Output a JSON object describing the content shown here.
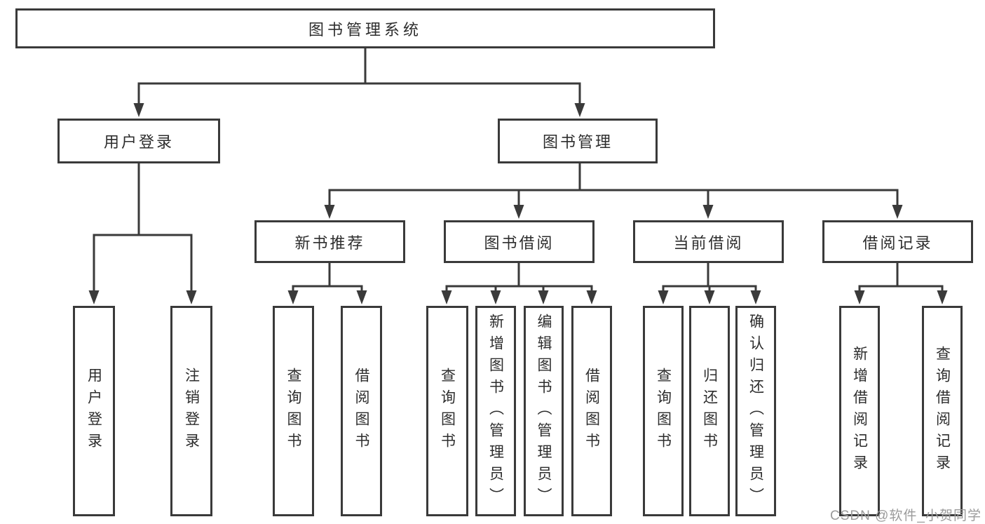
{
  "diagram": {
    "root": {
      "label": "图书管理系统"
    },
    "branches": {
      "user_login": {
        "label": "用户登录"
      },
      "book_management": {
        "label": "图书管理"
      },
      "new_book_recommend": {
        "label": "新书推荐"
      },
      "book_borrowing": {
        "label": "图书借阅"
      },
      "current_borrowing": {
        "label": "当前借阅"
      },
      "borrowing_records": {
        "label": "借阅记录"
      }
    },
    "leaves": {
      "user_login": "用户登录",
      "logout": "注销登录",
      "recommend_query_book": "查询图书",
      "recommend_borrow_book": "借阅图书",
      "borrowing_query_book": "查询图书",
      "borrowing_add_book": "新增图书（管理员）",
      "borrowing_edit_book": "编辑图书（管理员）",
      "borrowing_borrow_book": "借阅图书",
      "current_query_book": "查询图书",
      "current_return_book": "归还图书",
      "current_confirm_return": "确认归还（管理员）",
      "records_add_record": "新增借阅记录",
      "records_query_record": "查询借阅记录"
    }
  },
  "watermark": {
    "text": "CSDN @软件_小贺同学"
  },
  "colors": {
    "line": "#3a3a3a",
    "box_border": "#3a3a3a",
    "box_fill": "#ffffff",
    "text": "#2d2d2d",
    "watermark": "#9b9b9b",
    "background": "#ffffff"
  }
}
